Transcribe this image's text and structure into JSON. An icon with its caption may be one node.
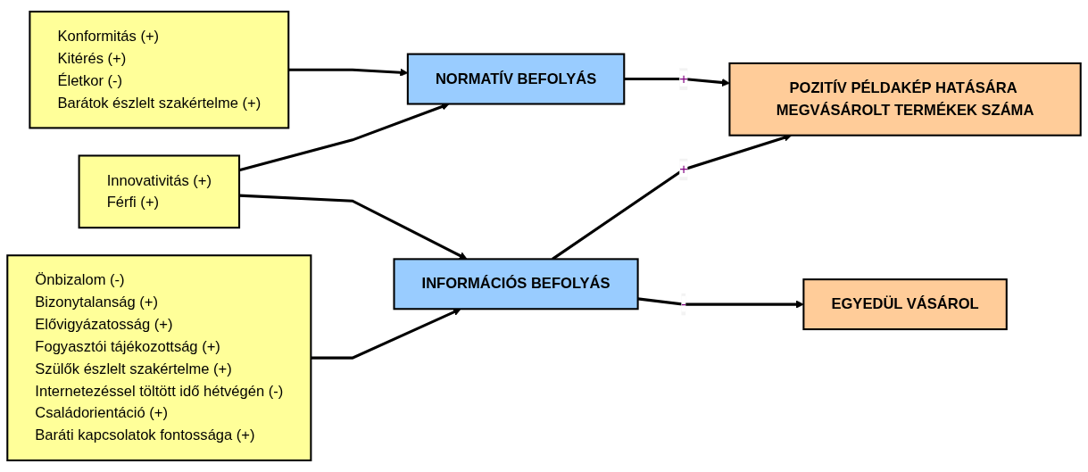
{
  "diagram": {
    "nodes": [
      {
        "text": [
          "Konformitás (+)",
          "Kitérés (+)",
          "Életkor (-)",
          "Barátok észlelt szakértelme (+)"
        ]
      },
      {
        "text": [
          "POZITÍV PÉLDAKÉP HATÁSÁRA MEGVÁSÁROLT TERMÉKEK SZÁMA"
        ]
      },
      {
        "text": [
          "NORMATÍV BEFOLYÁS"
        ]
      },
      {
        "text": [
          "Innovativitás (+)",
          "Férfi (+)"
        ]
      },
      {
        "text": [
          "Önbizalom (-)",
          "Bizonytalanság (+)",
          "Elővigyázatosság (+)",
          "Fogyasztói tájékozottság (+)",
          "Szülők észlelt szakértelme (+)",
          "Internetezéssel töltött idő hétvégén (-)",
          "Családorientáció (+)",
          "Baráti kapcsolatok fontossága (+)"
        ]
      },
      {
        "text": [
          "INFORMÁCIÓS BEFOLYÁS"
        ]
      },
      {
        "text": [
          "EGYEDÜL VÁSÁROL"
        ]
      }
    ],
    "edges": [
      {
        "from": 0,
        "to": 2,
        "arrow": "to"
      },
      {
        "from": 3,
        "to": 2,
        "arrow": "to"
      },
      {
        "from": 3,
        "to": 5,
        "arrow": "to"
      },
      {
        "from": 4,
        "to": 5,
        "arrow": "to"
      },
      {
        "from": 2,
        "to": 1,
        "arrow": "to",
        "label": "+"
      },
      {
        "from": 5,
        "to": 1,
        "arrow": "to",
        "label": "+"
      },
      {
        "from": 5,
        "to": 6,
        "arrow": "to",
        "label": "-"
      }
    ]
  }
}
